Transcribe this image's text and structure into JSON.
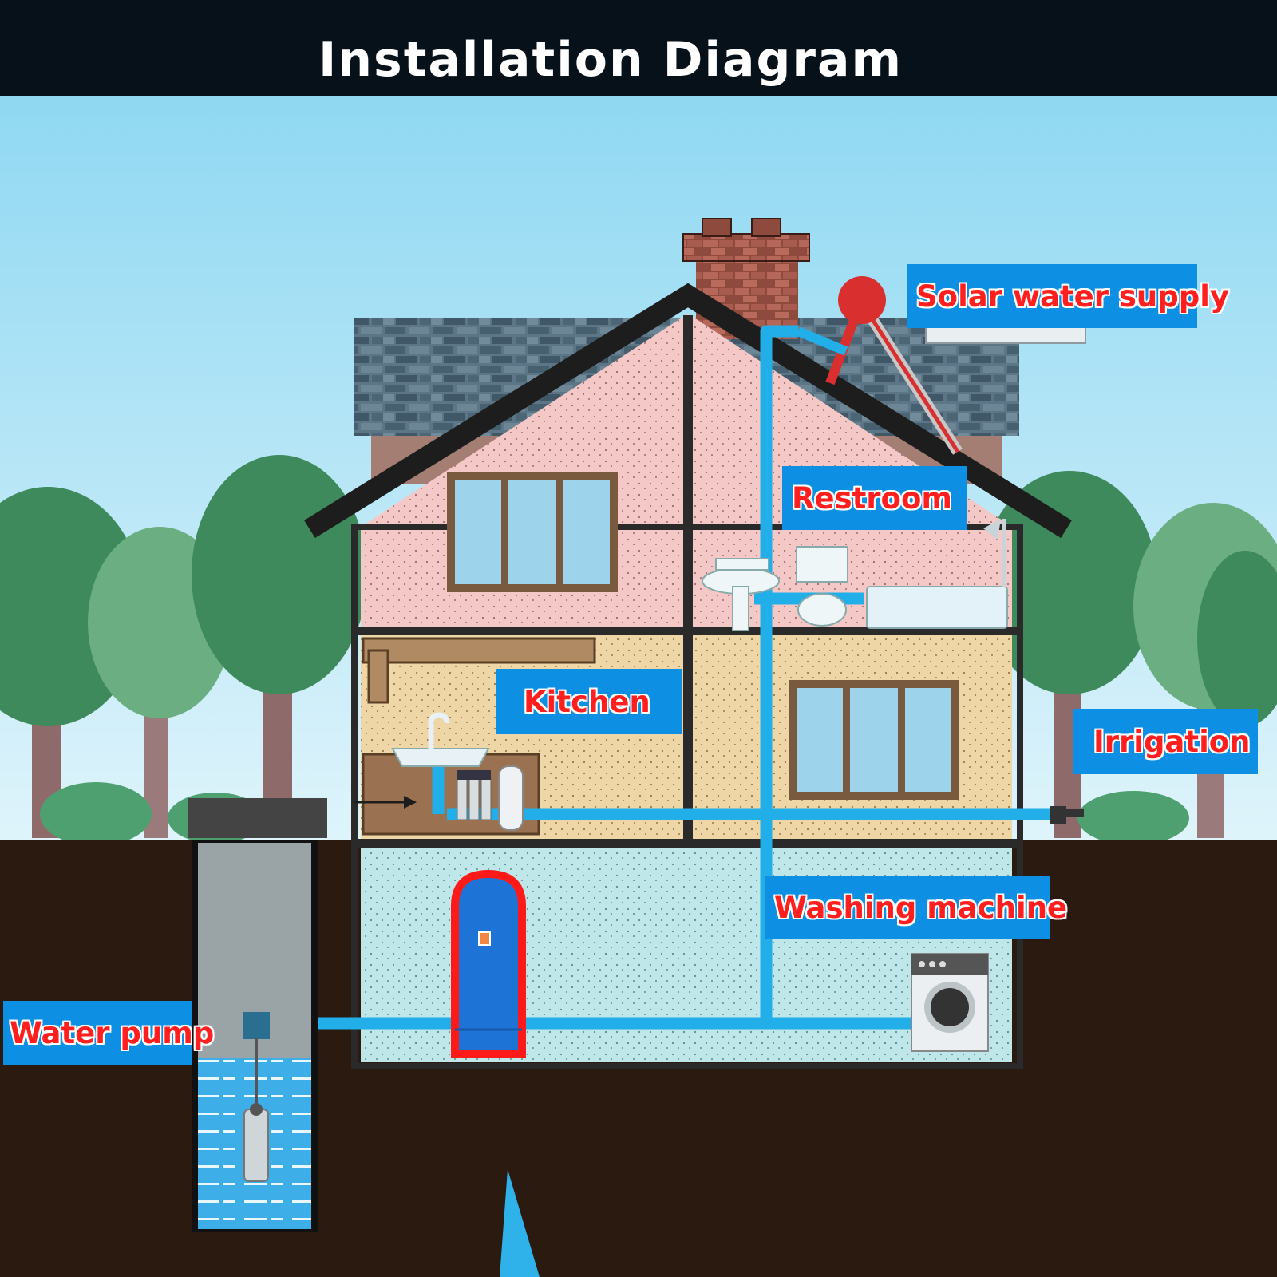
{
  "header": {
    "title": "Installation Diagram"
  },
  "labels": {
    "solar": "Solar water supply",
    "restroom": "Restroom",
    "kitchen": "Kitchen",
    "irrigation": "Irrigation",
    "washing": "Washing machine",
    "pump": "Water pump"
  },
  "colors": {
    "pipe": "#22aee8",
    "label_bg": "#0d8fe3",
    "label_text": "#ff1f1f",
    "sky_top": "#8fd8f2",
    "soil": "#2a1a10"
  }
}
